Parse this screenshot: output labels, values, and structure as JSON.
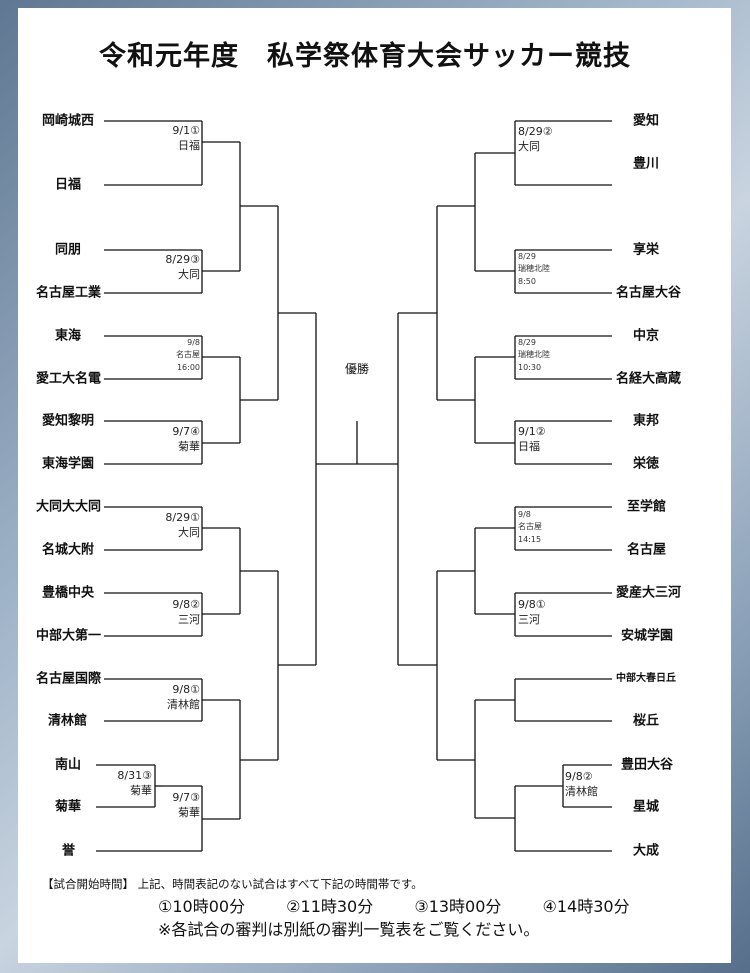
{
  "title": "令和元年度　私学祭体育大会サッカー競技",
  "winner_label": "優勝",
  "left_teams": [
    "岡崎城西",
    "日福",
    "同朋",
    "名古屋工業",
    "東海",
    "愛工大名電",
    "愛知黎明",
    "東海学園",
    "大同大大同",
    "名城大附",
    "豊橋中央",
    "中部大第一",
    "名古屋国際",
    "清林館",
    "南山",
    "菊華",
    "誉"
  ],
  "right_teams": [
    "愛知",
    "豊川",
    "享栄",
    "名古屋大谷",
    "中京",
    "名経大高蔵",
    "東邦",
    "栄徳",
    "至学館",
    "名古屋",
    "愛産大三河",
    "安城学園",
    "中部大春日丘",
    "桜丘",
    "豊田大谷",
    "星城",
    "大成"
  ],
  "left_notes": [
    {
      "date": "9/1①",
      "venue": "日福"
    },
    {
      "date": "8/29③",
      "venue": "大同"
    },
    {
      "date": "9/8",
      "venue": "名古屋",
      "time": "16:00"
    },
    {
      "date": "9/7④",
      "venue": "菊華"
    },
    {
      "date": "8/29①",
      "venue": "大同"
    },
    {
      "date": "9/8②",
      "venue": "三河"
    },
    {
      "date": "9/8①",
      "venue": "清林館"
    },
    {
      "date": "8/31③",
      "venue": "菊華"
    },
    {
      "date": "9/7③",
      "venue": "菊華"
    }
  ],
  "right_notes": [
    {
      "date": "8/29②",
      "venue": "大同"
    },
    {
      "date": "8/29",
      "venue": "瑞穂北陸",
      "time": "8:50"
    },
    {
      "date": "8/29",
      "venue": "瑞穂北陸",
      "time": "10:30"
    },
    {
      "date": "9/1②",
      "venue": "日福"
    },
    {
      "date": "9/8",
      "venue": "名古屋",
      "time": "14:15"
    },
    {
      "date": "9/8①",
      "venue": "三河"
    },
    {
      "date": "9/8②",
      "venue": "清林館"
    }
  ],
  "footer": {
    "heading": "【試合開始時間】 上記、時間表記のない試合はすべて下記の時間帯です。",
    "times": [
      "①10時00分",
      "②11時30分",
      "③13時00分",
      "④14時30分"
    ],
    "note": "※各試合の審判は別紙の審判一覧表をご覧ください。"
  }
}
